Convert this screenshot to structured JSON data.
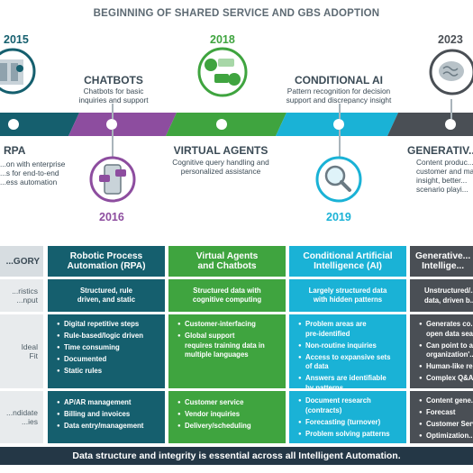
{
  "title": "BEGINNING OF SHARED SERVICE AND GBS ADOPTION",
  "colors": {
    "teal_dark": "#155f6e",
    "purple": "#8d4d9f",
    "green": "#3fa43f",
    "cyan": "#1ab2d6",
    "gray_dark": "#4a4f55",
    "navy": "#243746"
  },
  "timeline": {
    "milestones": [
      {
        "year": "2015",
        "name": "RPA",
        "desc": [
          "...on with enterprise",
          "...s for end-to-end",
          "...ess automation"
        ],
        "icon": "server-gear-icon"
      },
      {
        "year": "2016",
        "name": "CHATBOTS",
        "desc": [
          "Chatbots for basic",
          "inquiries and support"
        ],
        "icon": "smartphone-chat-icon"
      },
      {
        "year": "2018",
        "name": "VIRTUAL AGENTS",
        "desc": [
          "Cognitive query handling and",
          "personalized assistance"
        ],
        "icon": "agent-chat-icon"
      },
      {
        "year": "2019",
        "name": "CONDITIONAL AI",
        "desc": [
          "Pattern recognition for decision",
          "support and discrepancy insight"
        ],
        "icon": "magnifier-icon"
      },
      {
        "year": "2023",
        "name": "GENERATIV...",
        "desc": [
          "Content produc...",
          "customer and ma...",
          "insight, better...",
          "scenario playi..."
        ],
        "icon": "brain-icon"
      }
    ]
  },
  "table": {
    "category_header": "...GORY",
    "row_labels": [
      "...ristics\n...nput",
      "Ideal\nFit",
      "...ndidate\n...ies"
    ],
    "columns": [
      {
        "header": "Robotic Process\nAutomation (RPA)",
        "characteristics": "Structured, rule\ndriven, and static",
        "ideal_fit": [
          "Digital repetitive steps",
          "Rule-based/logic driven",
          "Time consuming",
          "Documented",
          "Static rules"
        ],
        "candidates": [
          "AP/AR management",
          "Billing and invoices",
          "Data entry/management"
        ]
      },
      {
        "header": "Virtual Agents\nand Chatbots",
        "characteristics": "Structured data with\ncognitive computing",
        "ideal_fit": [
          "Customer-interfacing",
          "Global support\nrequires training data in\nmultiple languages"
        ],
        "candidates": [
          "Customer service",
          "Vendor inquiries",
          "Delivery/scheduling"
        ]
      },
      {
        "header": "Conditional Artificial\nIntelligence (AI)",
        "characteristics": "Largely structured data\nwith hidden patterns",
        "ideal_fit": [
          "Problem areas are\npre-identified",
          "Non-routine inquiries",
          "Access to expansive sets\nof data",
          "Answers are identifiable\nby patterns"
        ],
        "candidates": [
          "Document research\n(contracts)",
          "Forecasting (turnover)",
          "Problem solving patterns"
        ]
      },
      {
        "header": "Generative...\nIntellige...",
        "characteristics": "Unstructured/...\ndata, driven b...",
        "ideal_fit": [
          "Generates co...\nopen data sea...",
          "Can point to a...\norganization'...",
          "Human-like re...",
          "Complex Q&A..."
        ],
        "candidates": [
          "Content gene...",
          "Forecast",
          "Customer Serv...",
          "Optimization..."
        ]
      }
    ]
  },
  "footer": "Data structure and integrity is essential across all Intelligent Automation."
}
